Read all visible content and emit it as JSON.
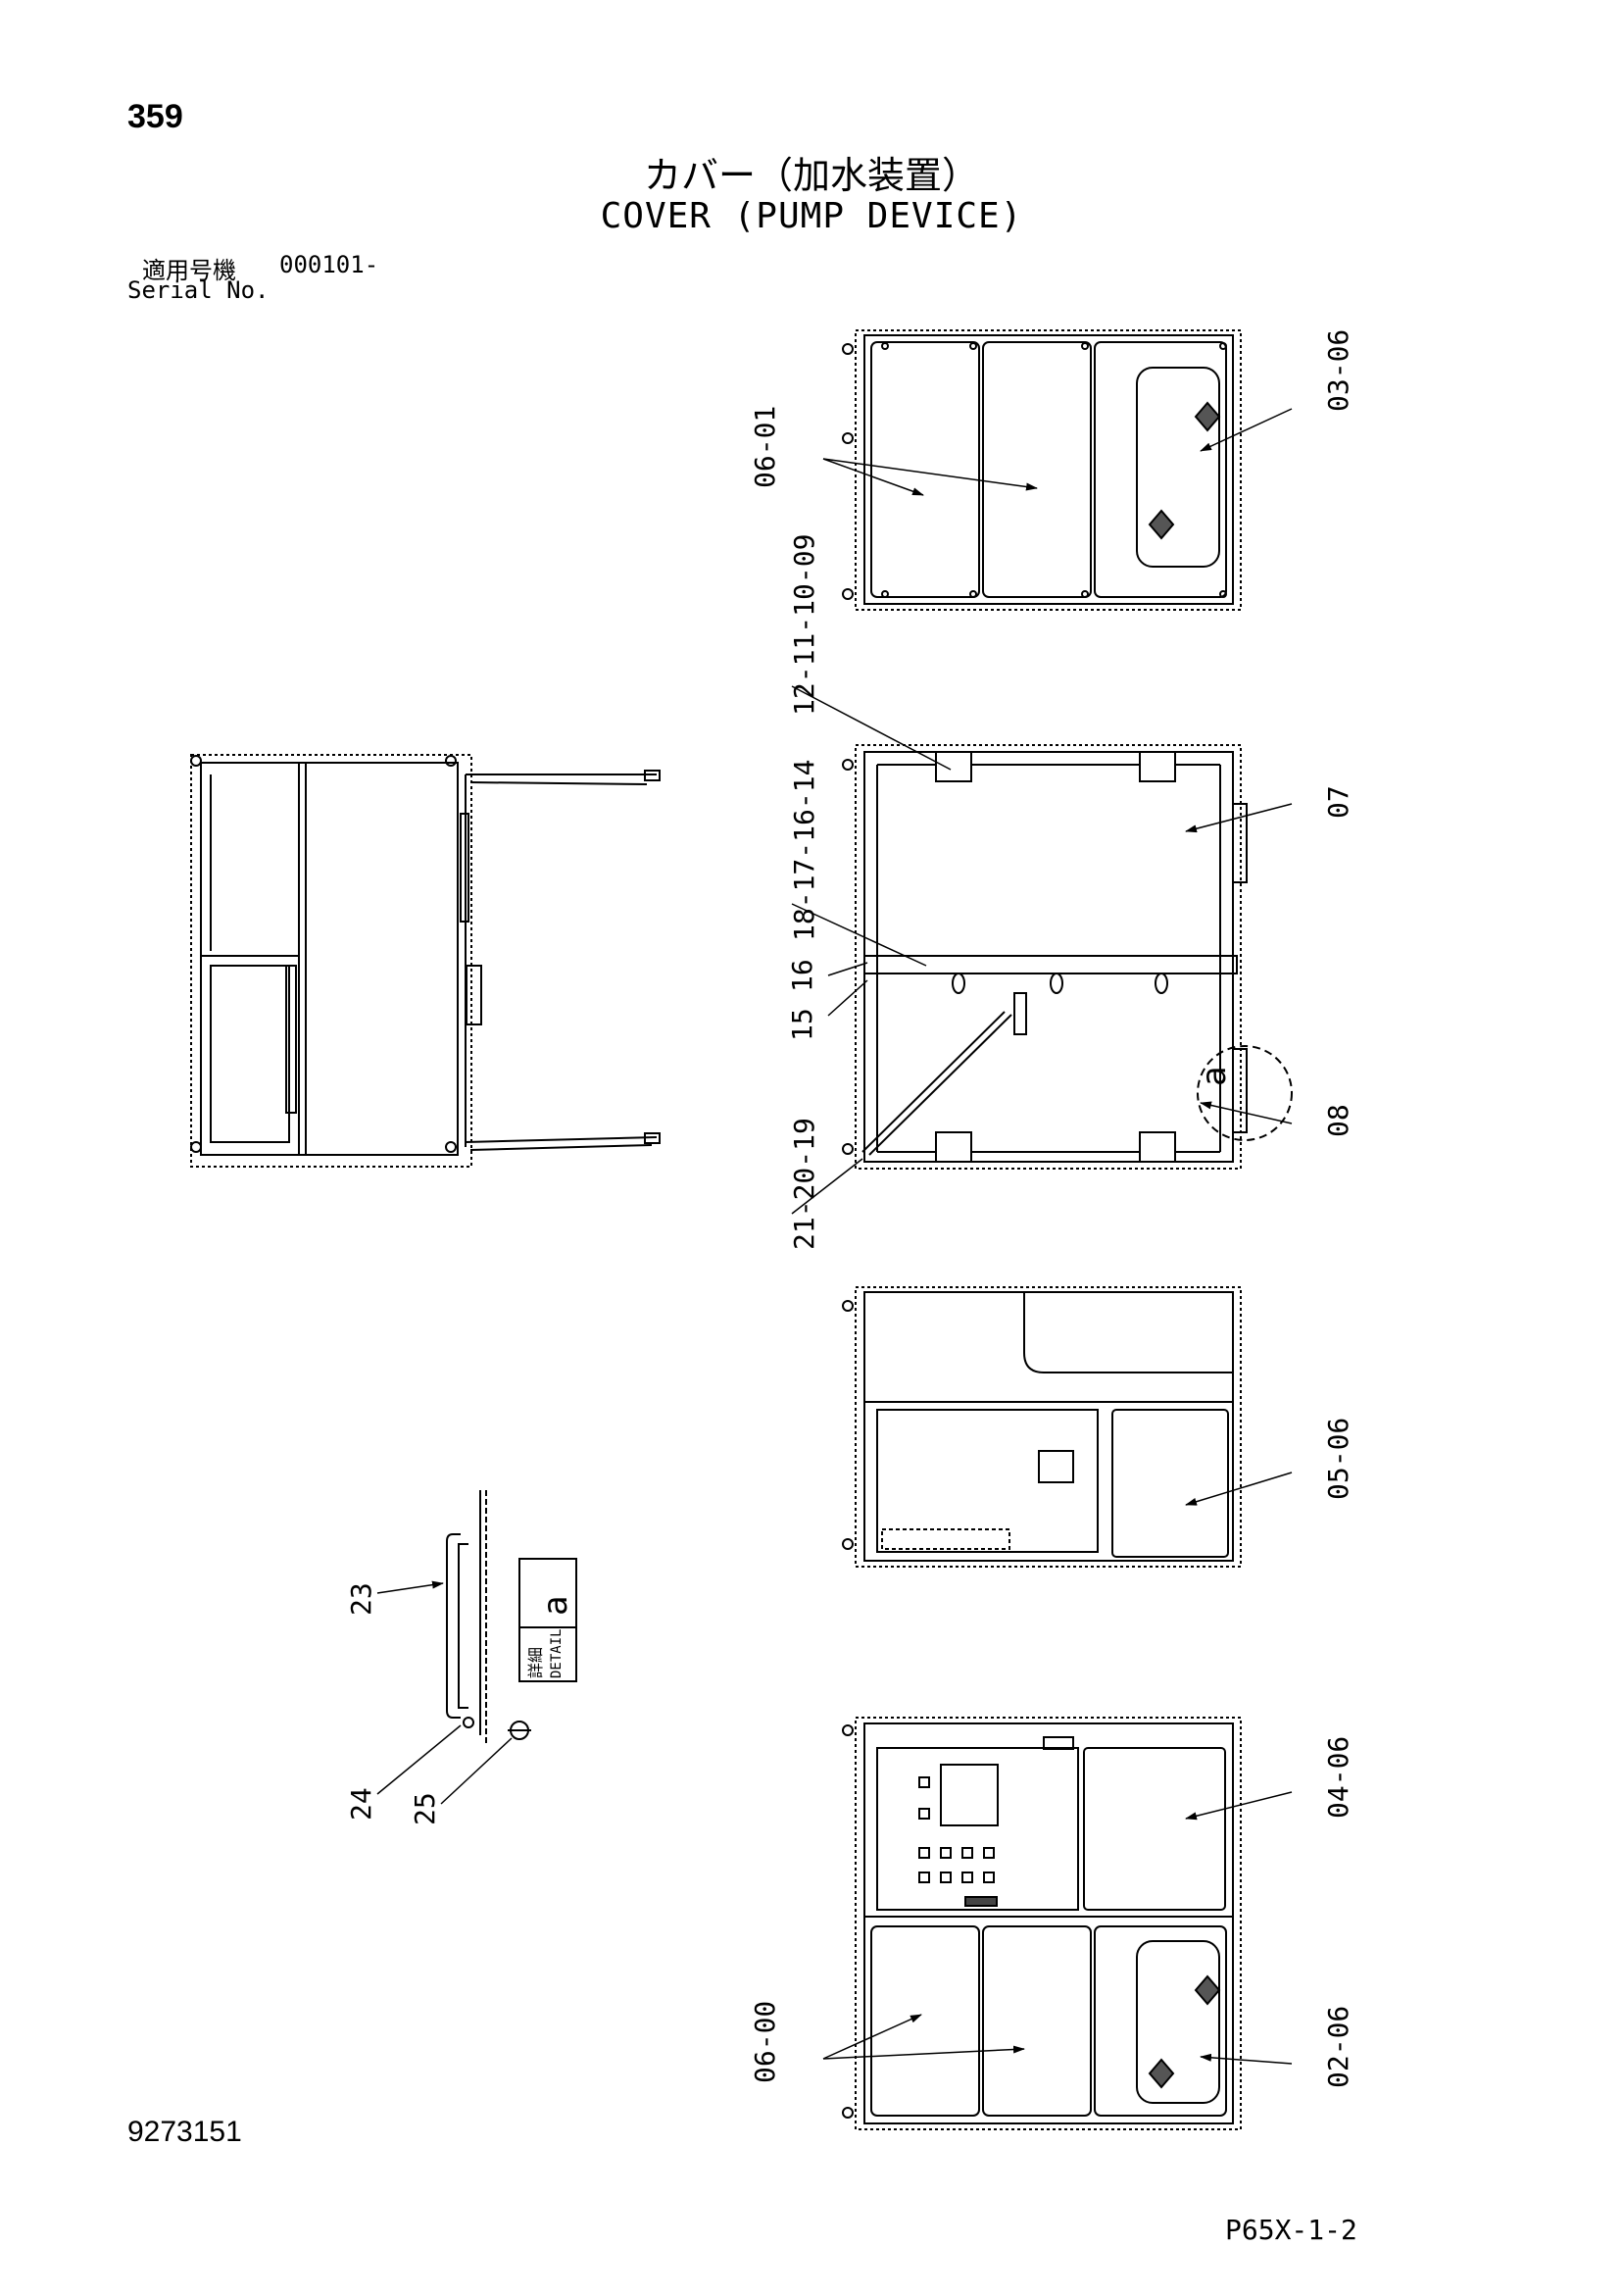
{
  "page": {
    "page_number": "359",
    "title_jp": "カバー（加水装置）",
    "title_en": "COVER (PUMP DEVICE)",
    "serial_label_jp": "適用号機",
    "serial_value": "000101-",
    "serial_label_en": "Serial No.",
    "doc_number": "9273151",
    "page_code": "P65X-1-2"
  },
  "callouts": {
    "top_panel_left": "06-01",
    "top_panel_right": "03-06",
    "frame_top": "12-11-10-09",
    "frame_right_07": "07",
    "bar_label": "18-17-16-14",
    "label_16": "16",
    "label_15": "15",
    "label_a": "a",
    "frame_right_08": "08",
    "bottom_rod": "21-20-19",
    "panel_mid_right": "05-06",
    "detail_23": "23",
    "detail_24": "24",
    "detail_25": "25",
    "detail_box_jp": "詳細",
    "detail_box_en": "DETAIL",
    "detail_box_letter": "a",
    "bottom_upper_right": "04-06",
    "bottom_lower_left": "06-00",
    "bottom_lower_right": "02-06"
  }
}
